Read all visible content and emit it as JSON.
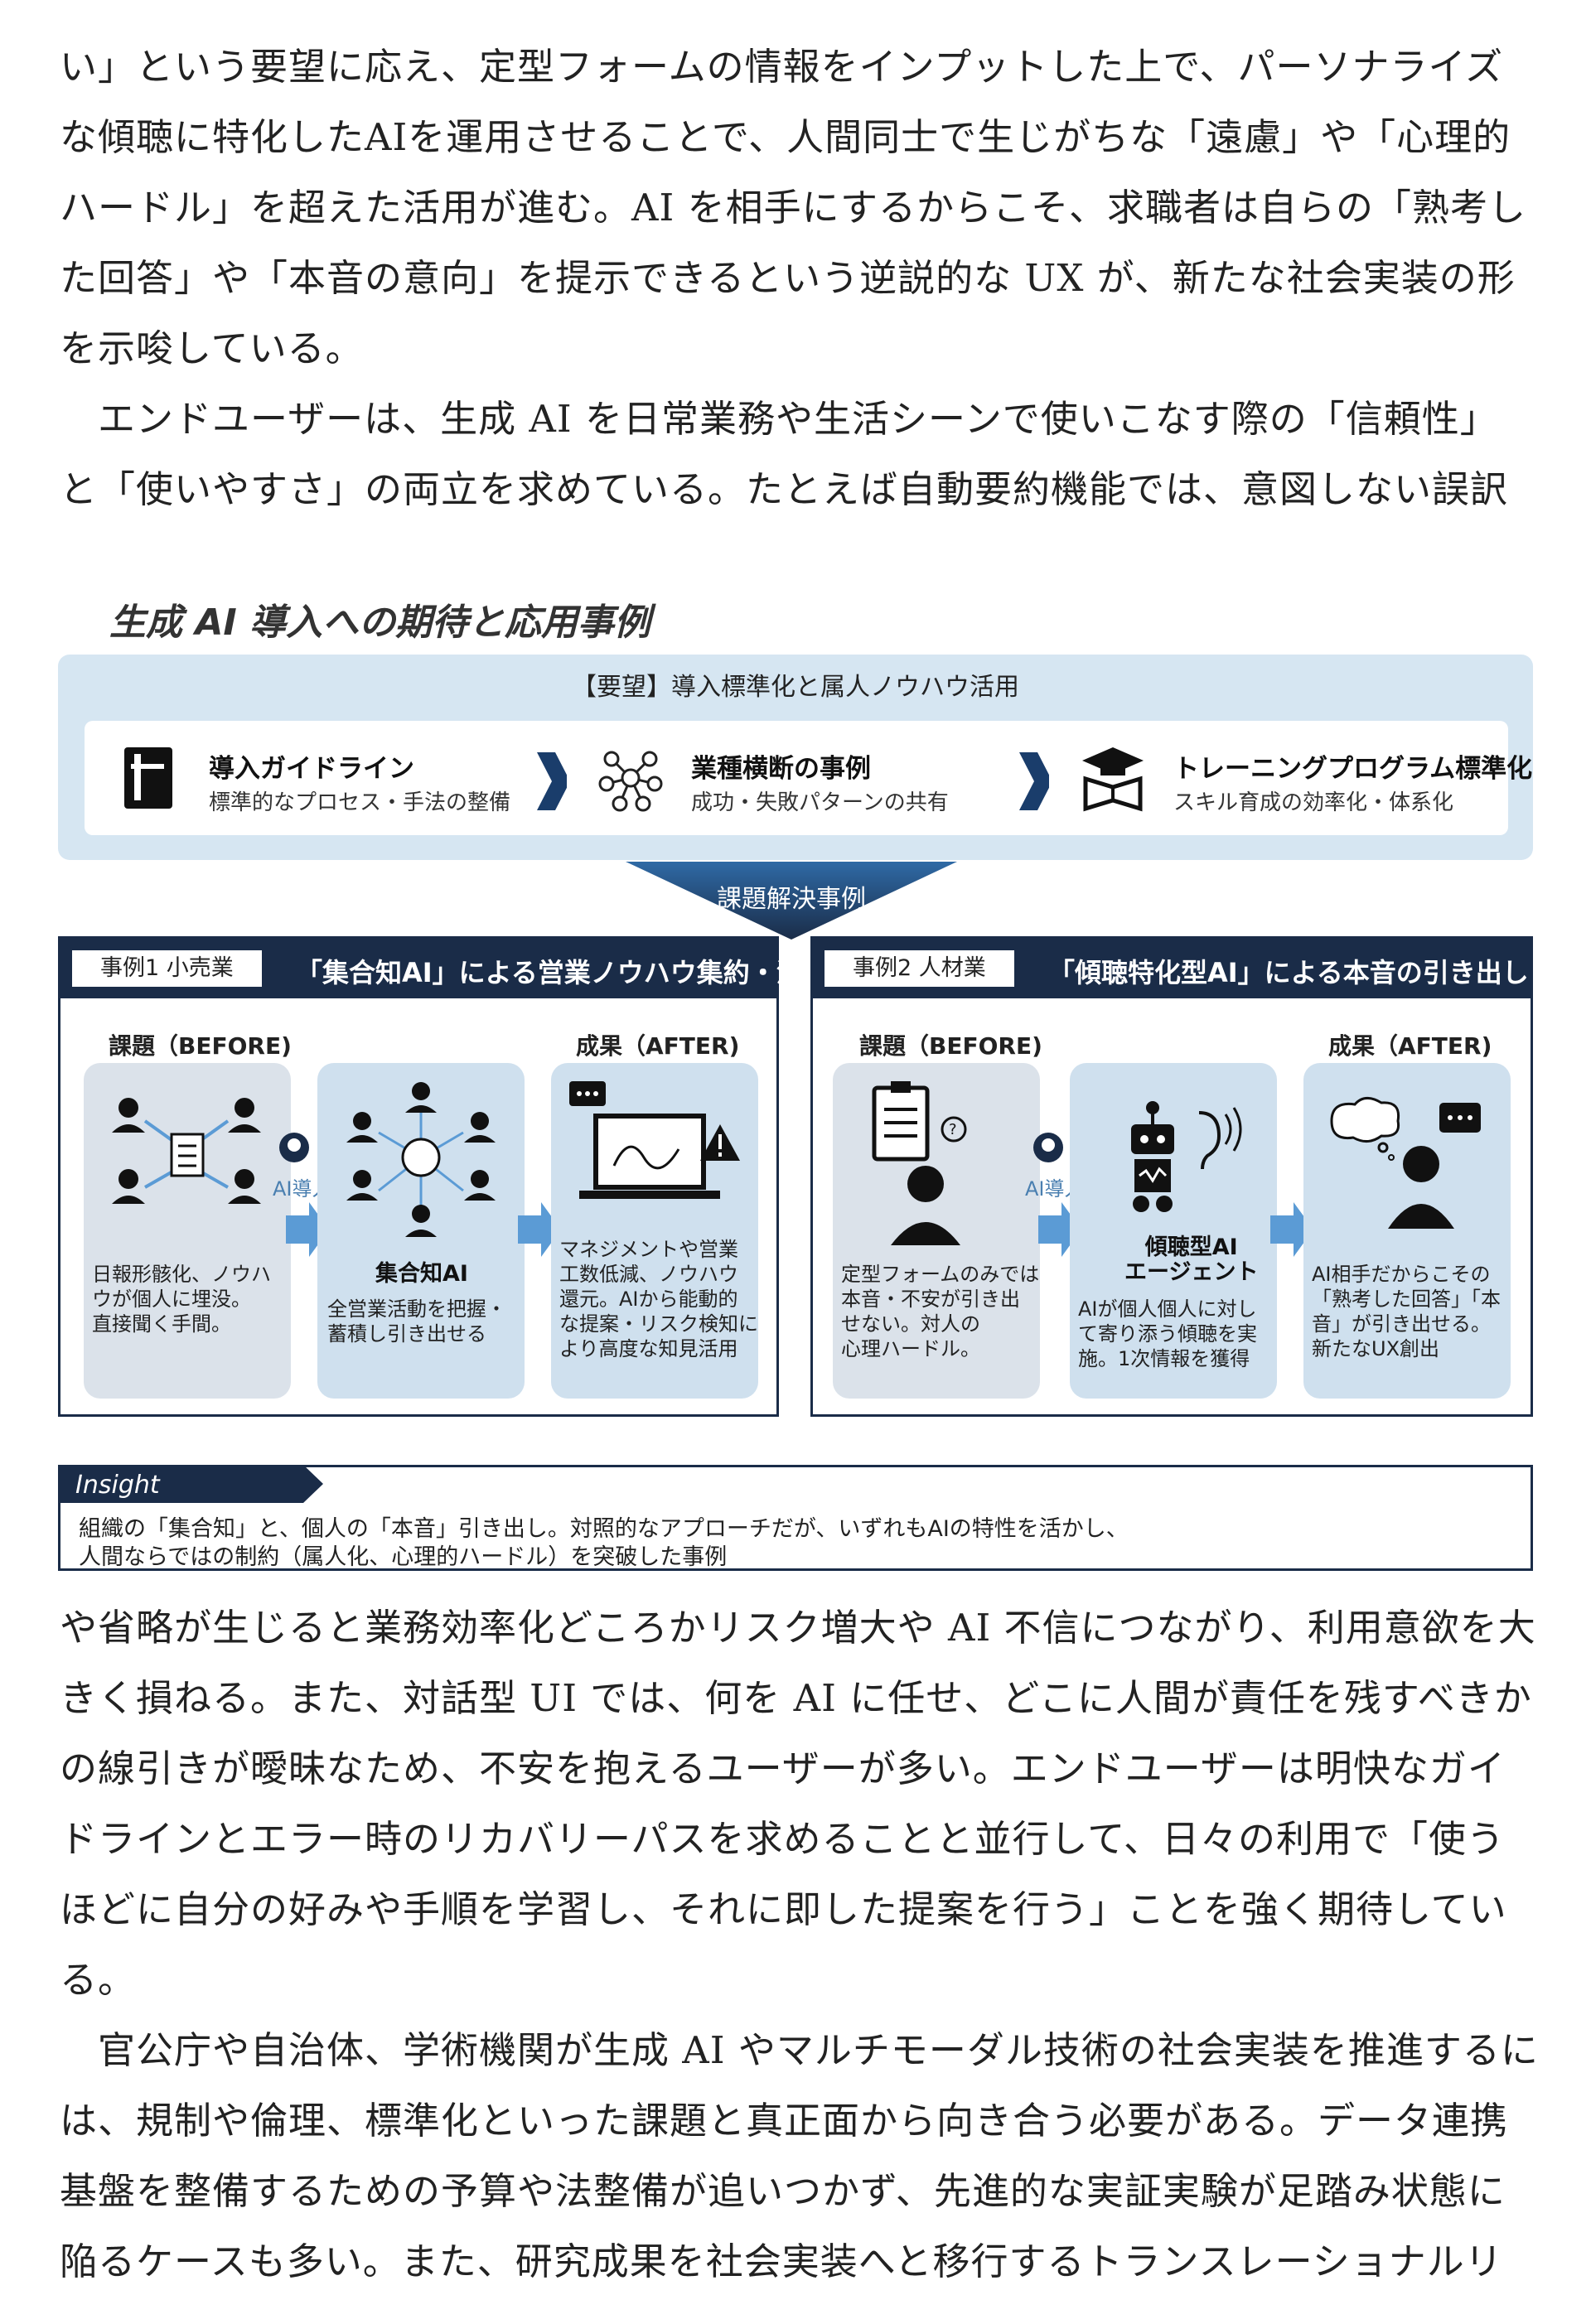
{
  "top_paragraph": {
    "lines": [
      "い」という要望に応え、定型フォームの情報をインプットした上で、パーソナライズ",
      "な傾聴に特化したAIを運用させることで、人間同士で生じがちな「遠慮」や「心理的",
      "ハードル」を超えた活用が進む。AI を相手にするからこそ、求職者は自らの「熟考し",
      "た回答」や「本音の意向」を提示できるという逆説的な UX が、新たな社会実装の形",
      "を示唆している。",
      "　エンドユーザーは、生成 AI を日常業務や生活シーンで使いこなす際の「信頼性」",
      "と「使いやすさ」の両立を求めている。たとえば自動要約機能では、意図しない誤訳"
    ]
  },
  "figure": {
    "title": "生成 AI 導入への期待と応用事例",
    "band_title": "【要望】導入標準化と属人ノウハウ活用",
    "cards": [
      {
        "title": "導入ガイドライン",
        "subtitle": "標準的なプロセス・手法の整備",
        "icon": "guideline-book-icon"
      },
      {
        "title": "業種横断の事例",
        "subtitle": "成功・失敗パターンの共有",
        "icon": "network-icon"
      },
      {
        "title": "トレーニングプログラム標準化",
        "subtitle": "スキル育成の効率化・体系化",
        "icon": "training-icon"
      }
    ],
    "funnel_label": "課題解決事例",
    "cases": [
      {
        "tag": "事例1 小売業",
        "name": "「集合知AI」による営業ノウハウ集約・活用",
        "before_label": "課題（BEFORE)",
        "after_label": "成果（AFTER)",
        "ai_intro": "AI導入",
        "before_lines": [
          "日報形骸化、ノウハ",
          "ウが個人に埋没。",
          "直接聞く手間。"
        ],
        "middle_head": [
          "集合知AI"
        ],
        "middle_lines": [
          "全営業活動を把握・",
          "蓄積し引き出せる"
        ],
        "after_lines": [
          "マネジメントや営業",
          "工数低減、ノウハウ",
          "還元。AIから能動的",
          "な提案・リスク検知に",
          "より高度な知見活用"
        ]
      },
      {
        "tag": "事例2 人材業",
        "name": "「傾聴特化型AI」による本音の引き出し",
        "before_label": "課題（BEFORE)",
        "after_label": "成果（AFTER)",
        "ai_intro": "AI導入",
        "before_lines": [
          "定型フォームのみでは",
          "本音・不安が引き出",
          "せない。対人の",
          "心理ハードル。"
        ],
        "middle_head": [
          "傾聴型AI",
          "エージェント"
        ],
        "middle_lines": [
          "AIが個人個人に対し",
          "て寄り添う傾聴を実",
          "施。1次情報を獲得"
        ],
        "after_lines": [
          "AI相手だからこその",
          "「熟考した回答」「本",
          "音」が引き出せる。",
          "新たなUX創出"
        ]
      }
    ],
    "insight": {
      "label": "Insight",
      "lines": [
        "組織の「集合知」と、個人の「本音」引き出し。対照的なアプローチだが、いずれもAIの特性を活かし、",
        "人間ならではの制約（属人化、心理的ハードル）を突破した事例"
      ]
    }
  },
  "bottom_paragraph": {
    "lines": [
      "や省略が生じると業務効率化どころかリスク増大や AI 不信につながり、利用意欲を大",
      "きく損ねる。また、対話型 UI では、何を AI に任せ、どこに人間が責任を残すべきか",
      "の線引きが曖昧なため、不安を抱えるユーザーが多い。エンドユーザーは明快なガイ",
      "ドラインとエラー時のリカバリーパスを求めることと並行して、日々の利用で「使う",
      "ほどに自分の好みや手順を学習し、それに即した提案を行う」ことを強く期待してい",
      "る。",
      "　官公庁や自治体、学術機関が生成 AI やマルチモーダル技術の社会実装を推進するに",
      "は、規制や倫理、標準化といった課題と真正面から向き合う必要がある。データ連携",
      "基盤を整備するための予算や法整備が追いつかず、先進的な実証実験が足踏み状態に",
      "陥るケースも多い。また、研究成果を社会実装へと移行するトランスレーショナルリ"
    ]
  },
  "colors": {
    "navy": "#1a2c48",
    "band": "#d6e6f2",
    "box_grey": "#dbe2ea",
    "box_blue": "#cfe0ee",
    "accent": "#4a7fb0"
  }
}
